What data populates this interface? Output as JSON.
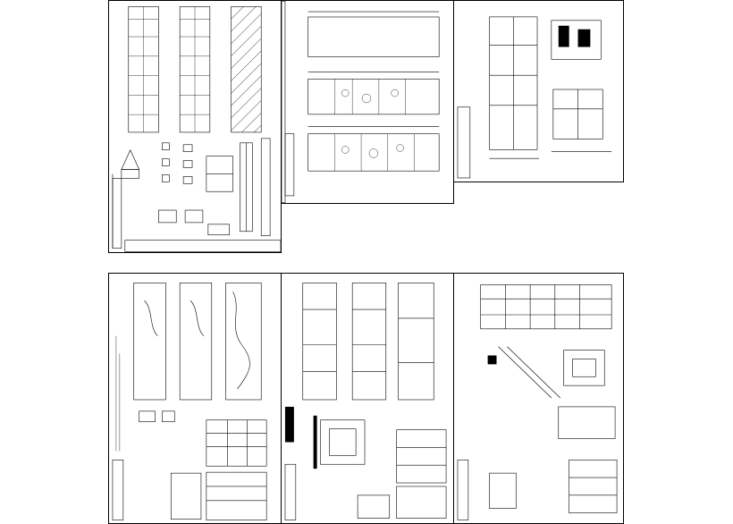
{
  "canvas": {
    "background": "#ffffff",
    "line_color": "#000000"
  },
  "sheets": [
    {
      "id": "sheet-1",
      "content": "floor-plans-and-details"
    },
    {
      "id": "sheet-2",
      "content": "three-floor-plans-stacked"
    },
    {
      "id": "sheet-3",
      "content": "elevation-and-sections"
    },
    {
      "id": "sheet-4",
      "content": "installation-plans-and-schedules"
    },
    {
      "id": "sheet-5",
      "content": "plans-stair-and-schedules"
    },
    {
      "id": "sheet-6",
      "content": "structural-plan-and-details"
    }
  ]
}
